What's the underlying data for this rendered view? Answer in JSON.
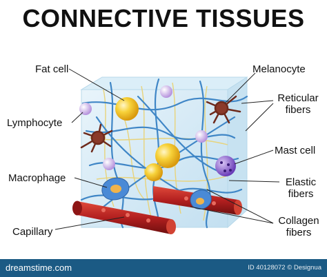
{
  "title": "CONNECTIVE TISSUES",
  "labels": {
    "fat_cell": "Fat cell",
    "lymphocyte": "Lymphocyte",
    "macrophage": "Macrophage",
    "capillary": "Capillary",
    "melanocyte": "Melanocyte",
    "reticular_1": "Reticular",
    "reticular_2": "fibers",
    "mast_cell": "Mast cell",
    "elastic_1": "Elastic",
    "elastic_2": "fibers",
    "collagen_1": "Collagen",
    "collagen_2": "fibers"
  },
  "footer": {
    "brand": "dreamstime.com",
    "id_text": "ID 40128072 © Designua"
  },
  "colors": {
    "cube_fill": "#cfe6f3",
    "fiber_blue": "#3f86c6",
    "fiber_yellow": "#e8d37a",
    "fat_cell": "#f2c21a",
    "capillary": "#b22222",
    "melanocyte": "#8b3a2a",
    "lymphocyte": "#c7a6e6",
    "mast_cell": "#7b4fc4",
    "footer_bg": "#1b5a84"
  }
}
